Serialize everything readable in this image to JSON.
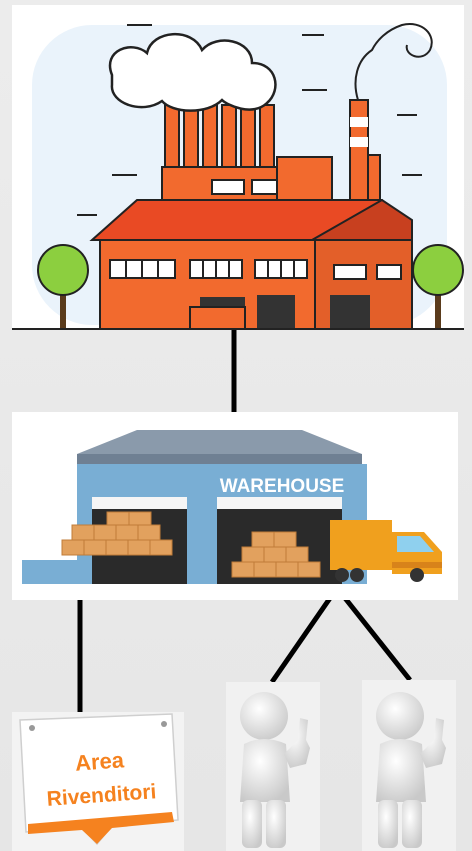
{
  "warehouse": {
    "sign": "WAREHOUSE"
  },
  "reseller": {
    "line1": "Area",
    "line2": "Rivenditori"
  },
  "colors": {
    "factory_orange": "#f26a2e",
    "roof_red": "#e94a24",
    "wall_blue": "#79aed4",
    "roof_gray": "#8a9aab",
    "truck_orange": "#f0a01e",
    "tree_green": "#8ccf3f",
    "sky": "#eaf3fb"
  },
  "icons": [
    "factory-icon",
    "warehouse-icon",
    "truck-icon",
    "person-thumbs-up-icon",
    "sign-icon"
  ]
}
